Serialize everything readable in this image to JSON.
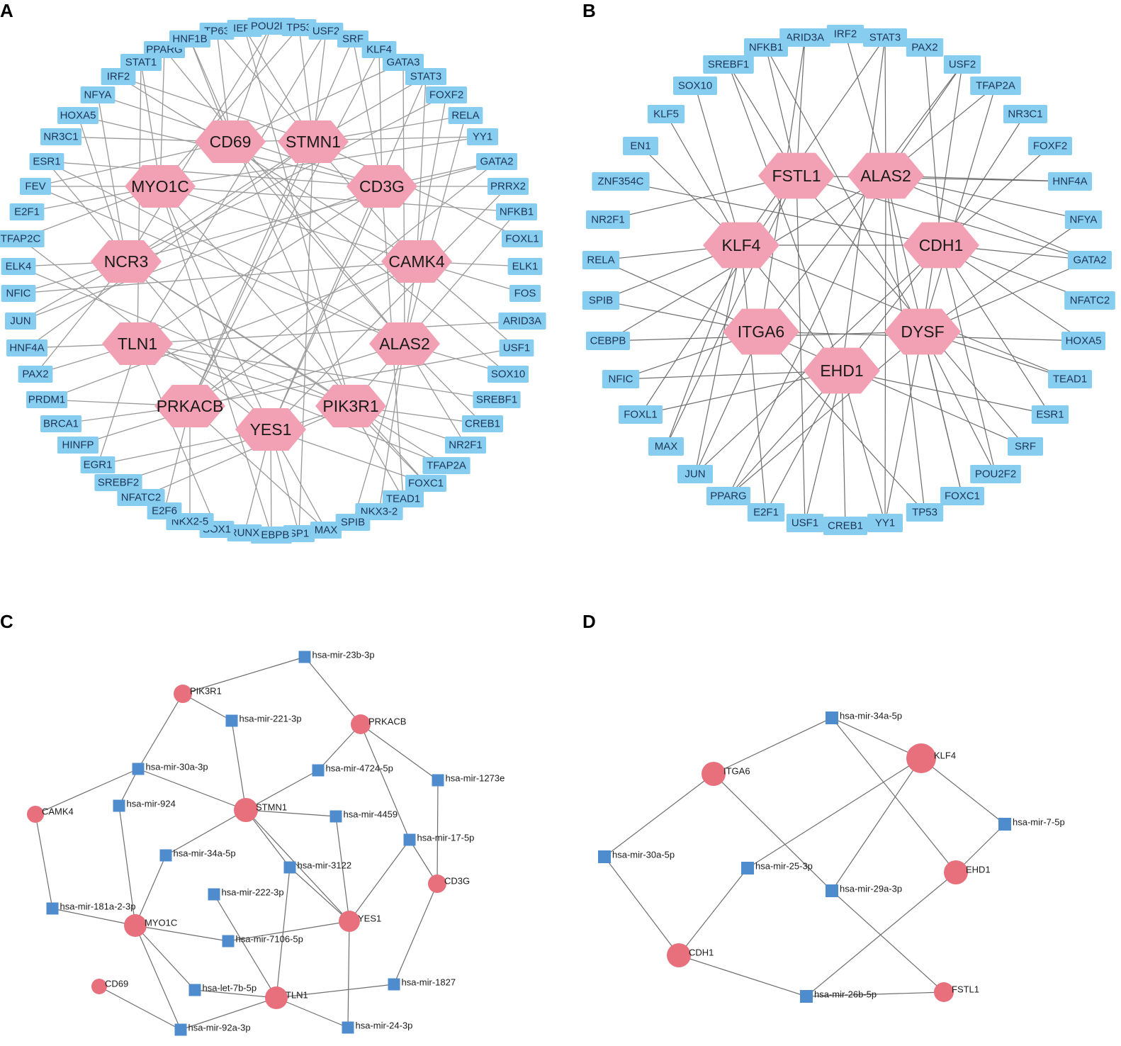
{
  "panels": [
    {
      "letter": "A",
      "hubs": [
        "CD69",
        "STMN1",
        "MYO1C",
        "CD3G",
        "NCR3",
        "CAMK4",
        "TLN1",
        "ALAS2",
        "PRKACB",
        "PIK3R1",
        "YES1"
      ],
      "tfs": [
        "TP63",
        "IEF2",
        "POU2F2",
        "TP53",
        "USF2",
        "SRF",
        "KLF4",
        "GATA3",
        "STAT3",
        "FOXF2",
        "RELA",
        "YY1",
        "GATA2",
        "PRRX2",
        "NFKB1",
        "FOXL1",
        "ELK1",
        "FOS",
        "ARID3A",
        "USF1",
        "SOX10",
        "SREBF1",
        "CREB1",
        "NR2F1",
        "TFAP2A",
        "FOXC1",
        "TEAD1",
        "NKX3-2",
        "SPIB",
        "MAX",
        "SP1",
        "CEBPB",
        "RUNX",
        "SOX1",
        "NKX2-5",
        "E2F6",
        "NFATC2",
        "SREBF2",
        "EGR1",
        "HINFP",
        "BRCA1",
        "PRDM1",
        "PAX2",
        "HNF4A",
        "JUN",
        "NFIC",
        "ELK4",
        "TFAP2C",
        "E2F1",
        "FEV",
        "ESR1",
        "NR3C1",
        "HOXA5",
        "NFYA",
        "IRF2",
        "STAT1",
        "PPARG",
        "HNF1B"
      ]
    },
    {
      "letter": "B",
      "hubs": [
        "FSTL1",
        "ALAS2",
        "KLF4",
        "CDH1",
        "ITGA6",
        "DYSF",
        "EHD1"
      ],
      "tfs": [
        "ARID3A",
        "IRF2",
        "STAT3",
        "PAX2",
        "USF2",
        "TFAP2A",
        "NR3C1",
        "FOXF2",
        "HNF4A",
        "NFYA",
        "GATA2",
        "NFATC2",
        "HOXA5",
        "TEAD1",
        "ESR1",
        "SRF",
        "POU2F2",
        "FOXC1",
        "TP53",
        "YY1",
        "CREB1",
        "USF1",
        "E2F1",
        "PPARG",
        "JUN",
        "MAX",
        "FOXL1",
        "NFIC",
        "CEBPB",
        "SPIB",
        "RELA",
        "NR2F1",
        "ZNF354C",
        "EN1",
        "KLF5",
        "SOX10",
        "SREBF1",
        "NFKB1"
      ]
    },
    {
      "letter": "C",
      "genes": [
        "PIK3R1",
        "PRKACB",
        "CAMK4",
        "STMN1",
        "CD3G",
        "YES1",
        "MYO1C",
        "CD69",
        "TLN1"
      ],
      "mirnas": [
        "hsa-mir-23b-3p",
        "hsa-mir-221-3p",
        "hsa-mir-30a-3p",
        "hsa-mir-4724-5p",
        "hsa-mir-1273e",
        "hsa-mir-924",
        "hsa-mir-4459",
        "hsa-mir-17-5p",
        "hsa-mir-34a-5p",
        "hsa-mir-3122",
        "hsa-mir-222-3p",
        "hsa-mir-181a-2-3p",
        "hsa-mir-7106-5p",
        "hsa-let-7b-5p",
        "hsa-mir-1827",
        "hsa-mir-92a-3p",
        "hsa-mir-24-3p"
      ]
    },
    {
      "letter": "D",
      "genes": [
        "KLF4",
        "ITGA6",
        "EHD1",
        "CDH1",
        "FSTL1"
      ],
      "mirnas": [
        "hsa-mir-34a-5p",
        "hsa-mir-7-5p",
        "hsa-mir-30a-5p",
        "hsa-mir-25-3p",
        "hsa-mir-29a-3p",
        "hsa-mir-26b-5p"
      ]
    }
  ],
  "colors": {
    "tf_box": "#86cdf0",
    "hub_hexagon": "#f2a0b3",
    "gene_circle": "#e8707c",
    "mirna_square": "#4f8ccd",
    "edge": "#9a9a9a"
  }
}
